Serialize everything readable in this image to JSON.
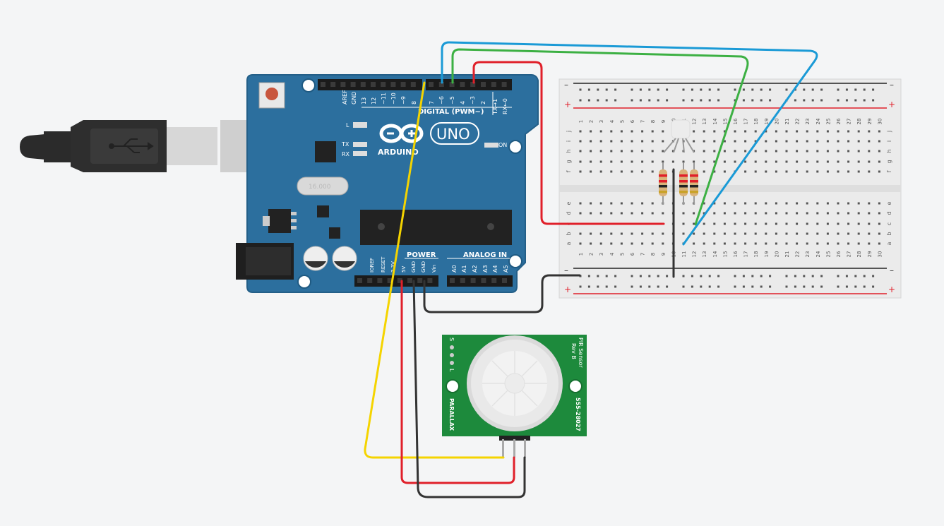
{
  "colors": {
    "background": "#f4f5f6",
    "arduino_board": "#2c6f9e",
    "breadboard": "#ebebeb",
    "pir_board": "#1d8a3c",
    "wire_yellow": "#f5d400",
    "wire_red": "#e0202a",
    "wire_black": "#333333",
    "wire_green": "#3cb043",
    "wire_blue": "#1a9ad6"
  },
  "arduino": {
    "brand": "ARDUINO",
    "model": "UNO",
    "digital_header_label": "DIGITAL (PWM~)",
    "digital_pins": [
      "AREF",
      "GND",
      "13",
      "12",
      "~11",
      "~10",
      "~9",
      "8",
      "7",
      "~6",
      "~5",
      "4",
      "~3",
      "2",
      "TX→1",
      "RX←0"
    ],
    "power_header_label": "POWER",
    "power_pins": [
      "IOREF",
      "RESET",
      "3.3V",
      "5V",
      "GND",
      "GND",
      "Vin"
    ],
    "analog_header_label": "ANALOG IN",
    "analog_pins": [
      "A0",
      "A1",
      "A2",
      "A3",
      "A4",
      "A5"
    ],
    "led_labels": {
      "l": "L",
      "tx": "TX",
      "rx": "RX",
      "on": "ON"
    },
    "crystal_text": "16.000"
  },
  "breadboard": {
    "rail_minus": "–",
    "rail_plus": "+",
    "columns": [
      "1",
      "2",
      "3",
      "4",
      "5",
      "6",
      "7",
      "8",
      "9",
      "10",
      "11",
      "12",
      "13",
      "14",
      "15",
      "16",
      "17",
      "18",
      "19",
      "20",
      "21",
      "22",
      "23",
      "24",
      "25",
      "26",
      "27",
      "28",
      "29",
      "30"
    ],
    "top_rows": [
      "j",
      "i",
      "h",
      "g",
      "f"
    ],
    "bottom_rows": [
      "e",
      "d",
      "c",
      "b",
      "a"
    ]
  },
  "pir_sensor": {
    "title": "PIR Sensor",
    "revision": "Rev B",
    "part_number": "555-28027",
    "maker": "PARALLAX",
    "pin_labels": [
      "S",
      "•",
      "•",
      "L"
    ]
  }
}
